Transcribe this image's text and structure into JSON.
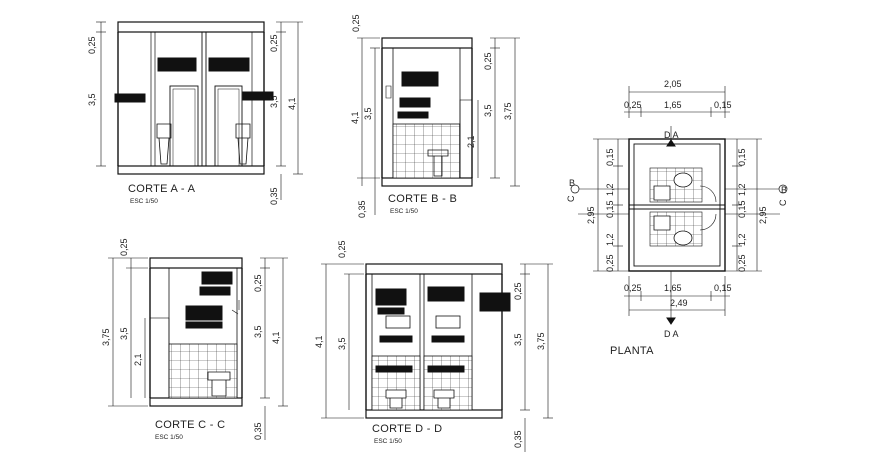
{
  "sections": [
    {
      "id": "a",
      "title": "CORTE A - A",
      "scale": "ESC 1/50",
      "dims_left": [
        "0,25",
        "3,5"
      ],
      "dims_right": [
        "0,25",
        "3,5",
        "4,1",
        "0,35"
      ]
    },
    {
      "id": "b",
      "title": "CORTE B - B",
      "scale": "ESC 1/50",
      "dims_top": "0,25",
      "dims_left": [
        "4,1",
        "3,5",
        "0,35"
      ],
      "dims_right": [
        "0,25",
        "3,5",
        "3,75",
        "2,1"
      ]
    },
    {
      "id": "c",
      "title": "CORTE C - C",
      "scale": "ESC 1/50",
      "dims_left": [
        "0,25",
        "3,75",
        "3,5",
        "2,1"
      ],
      "dims_right": [
        "0,25",
        "3,5",
        "4,1",
        "0,35"
      ]
    },
    {
      "id": "d",
      "title": "CORTE D - D",
      "scale": "ESC 1/50",
      "dims_left": [
        "0,25",
        "4,1",
        "3,5"
      ],
      "dims_right": [
        "0,25",
        "3,5",
        "3,75",
        "0,35"
      ]
    }
  ],
  "plan": {
    "title": "PLANTA",
    "dims_top": [
      "2,05",
      "0,25",
      "1,65",
      "0,15"
    ],
    "dims_bottom": [
      "0,25",
      "1,65",
      "0,15",
      "2,49"
    ],
    "dims_left": [
      "0,15",
      "1,2",
      "0,15",
      "2,95",
      "1,2",
      "0,25"
    ],
    "dims_right": [
      "0,15",
      "1,2",
      "0,15",
      "2,95",
      "1,2",
      "0,25"
    ],
    "marks": {
      "a_top": "D A",
      "a_bottom": "D A",
      "b_left": "B",
      "b_right": "B",
      "c_left": "C",
      "c_right": "C"
    }
  }
}
